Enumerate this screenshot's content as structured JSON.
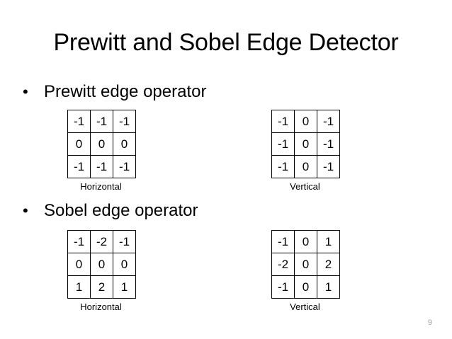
{
  "slide": {
    "title": "Prewitt and Sobel Edge Detector",
    "page_number": "9",
    "background_color": "#ffffff",
    "text_color": "#000000",
    "page_number_color": "#a6a6a6"
  },
  "bullets": [
    {
      "marker": "•",
      "label": "Prewitt edge operator"
    },
    {
      "marker": "•",
      "label": "Sobel edge operator"
    }
  ],
  "matrices": [
    {
      "id": "prewitt-horizontal",
      "operator": "Prewitt",
      "caption": "Horizontal",
      "rows": [
        [
          "-1",
          "-1",
          "-1"
        ],
        [
          "0",
          "0",
          "0"
        ],
        [
          "-1",
          "-1",
          "-1"
        ]
      ]
    },
    {
      "id": "prewitt-vertical",
      "operator": "Prewitt",
      "caption": "Vertical",
      "rows": [
        [
          "-1",
          "0",
          "-1"
        ],
        [
          "-1",
          "0",
          "-1"
        ],
        [
          "-1",
          "0",
          "-1"
        ]
      ]
    },
    {
      "id": "sobel-horizontal",
      "operator": "Sobel",
      "caption": "Horizontal",
      "rows": [
        [
          "-1",
          "-2",
          "-1"
        ],
        [
          "0",
          "0",
          "0"
        ],
        [
          "1",
          "2",
          "1"
        ]
      ]
    },
    {
      "id": "sobel-vertical",
      "operator": "Sobel",
      "caption": "Vertical",
      "rows": [
        [
          "-1",
          "0",
          "1"
        ],
        [
          "-2",
          "0",
          "2"
        ],
        [
          "-1",
          "0",
          "1"
        ]
      ]
    }
  ]
}
